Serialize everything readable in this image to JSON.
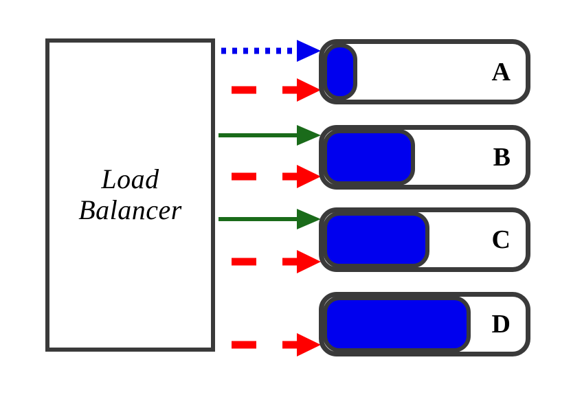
{
  "diagram": {
    "title_text": "Load Balancer",
    "load_balancer": {
      "label_line1": "Load",
      "label_line2": "Balancer",
      "label": "Load\nBalancer",
      "border_color": "#3a3a3a",
      "fill_color": "#ffffff"
    },
    "colors": {
      "outline": "#3a3a3a",
      "load_fill": "#0000ee",
      "arrow_blue": "#0000ee",
      "arrow_red": "#ff0000",
      "arrow_green": "#1a6b1a",
      "background": "#ffffff"
    },
    "servers": [
      {
        "id": "A",
        "label": "A",
        "load_percent": 9,
        "fill_color": "#0000ee",
        "incoming_arrows": [
          "blue-dotted",
          "red-dashed"
        ]
      },
      {
        "id": "B",
        "label": "B",
        "load_percent": 41,
        "fill_color": "#0000ee",
        "incoming_arrows": [
          "green-solid",
          "red-dashed"
        ]
      },
      {
        "id": "C",
        "label": "C",
        "load_percent": 48,
        "fill_color": "#0000ee",
        "incoming_arrows": [
          "green-solid",
          "red-dashed"
        ]
      },
      {
        "id": "D",
        "label": "D",
        "load_percent": 68,
        "fill_color": "#0000ee",
        "incoming_arrows": [
          "red-dashed"
        ]
      }
    ],
    "arrows": [
      {
        "name": "blue-dotted-arrow-to-a",
        "style": "dotted",
        "color": "#0000ee",
        "target": "A"
      },
      {
        "name": "red-dashed-arrow-to-a",
        "style": "dashed",
        "color": "#ff0000",
        "target": "A"
      },
      {
        "name": "green-solid-arrow-to-b",
        "style": "solid",
        "color": "#1a6b1a",
        "target": "B"
      },
      {
        "name": "red-dashed-arrow-to-b",
        "style": "dashed",
        "color": "#ff0000",
        "target": "B"
      },
      {
        "name": "green-solid-arrow-to-c",
        "style": "solid",
        "color": "#1a6b1a",
        "target": "C"
      },
      {
        "name": "red-dashed-arrow-to-c",
        "style": "dashed",
        "color": "#ff0000",
        "target": "C"
      },
      {
        "name": "red-dashed-arrow-to-d",
        "style": "dashed",
        "color": "#ff0000",
        "target": "D"
      }
    ]
  }
}
